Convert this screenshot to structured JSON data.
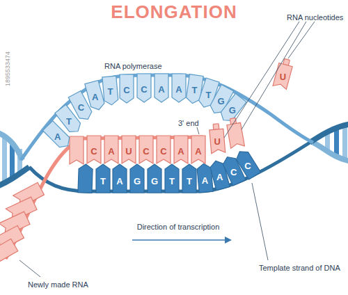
{
  "diagram": {
    "title": "ELONGATION",
    "nodes": [
      {
        "text": [
          "RNA polymerase"
        ]
      }
    ],
    "labels": [
      "RNA nucleotides",
      "3' end",
      "A",
      "T",
      "C",
      "A",
      "T",
      "C",
      "C",
      "A",
      "A",
      "T",
      "T",
      "G",
      "G",
      "C",
      "A",
      "U",
      "C",
      "C",
      "A",
      "A",
      "U",
      "U",
      "T",
      "A",
      "G",
      "G",
      "T",
      "T",
      "A",
      "A",
      "C",
      "C",
      "Direction of transcription",
      "Template strand of DNA",
      "Newly made RNA",
      "1895533474"
    ]
  }
}
